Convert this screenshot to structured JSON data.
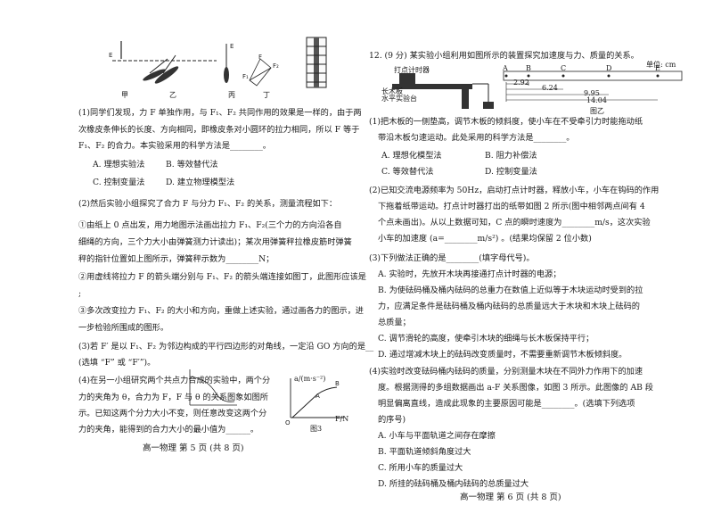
{
  "left": {
    "fig_labels": {
      "jia": "甲",
      "yi": "乙",
      "bing": "丙",
      "ding": "丁"
    },
    "p1": [
      "(1)同学们发现，力 F 单独作用，与 F₁、F₂ 共同作用的效果是一样的，由于两",
      "次橡皮条伸长的长度、方向相同，即橡皮条对小圆环的拉力相同，所以 F 等于",
      "F₁、F₂ 的合力。本实验采用的科学方法是________。"
    ],
    "p1_opts": [
      "A. 理想实验法",
      "B. 等效替代法",
      "C. 控制变量法",
      "D. 建立物理模型法"
    ],
    "p2": "(2)然后实验小组探究了合力 F 与分力 F₁、F₂ 的关系，测量流程如下：",
    "p3": [
      "①由纸上 0 点出发，用力地图示法画出拉力 F₁、F₂(三个力的方向沿各自",
      "细绳的方向，三个力大小由弹簧测力计读出)；某次用弹簧秤拉橡皮筋时弹簧",
      "秤的指针位置如上图所示，弹簧秤示数为________N；"
    ],
    "p4": [
      "②用虚线将拉力 F 的箭头端分别与 F₁、F₂ 的箭头端连接如图丁，此图形应该是",
      ";"
    ],
    "p5": [
      "③多次改变拉力 F₁、F₂ 的大小和方向，重做上述实验，通过画各力的图示，进",
      "一步检验所围成的图形。"
    ],
    "p6": [
      "(3)若 F′ 是以 F₁、F₂ 为邻边构成的平行四边形的对角线，一定沿 GO 方向的是__",
      "(选填 “F” 或 “F′”)。"
    ],
    "p7": [
      "(4)在另一小组研究两个共点力合成的实验中，两个分",
      "力的夹角为 θ，合力为 F，F 与 θ 的关系图象如图所",
      "示。已知这两个分力大小不变，则任意改变这两个分",
      "力的夹角，能得到的合力大小的最小值为______。"
    ],
    "graph3_caption": "图3",
    "graph3_ylabel": "a/(m·s⁻²)",
    "graph3_xlabel": "F/N",
    "footer": "高一物理  第 5 页  (共 8 页)"
  },
  "right": {
    "q12": "12. (9 分) 某实验小组利用如图所示的装置探究加速度与力、质量的关系。",
    "fig1_label": "打点计时器",
    "fig1_notes": [
      "长木板",
      "水平实验台"
    ],
    "tape_unit": "单位: cm",
    "tape_points": [
      "A",
      "B",
      "C",
      "D",
      "E"
    ],
    "tape_values": [
      "2.92",
      "6.24",
      "9.95",
      "14.04"
    ],
    "fig2_caption": "图乙",
    "s1": [
      "(1)把木板的一侧垫高，调节木板的倾斜度，使小车在不受牵引力时能拖动纸",
      "带沿木板匀速运动。此处采用的科学方法是________。"
    ],
    "s1_opts": [
      "A. 理想化模型法",
      "B. 阻力补偿法",
      "C. 等效替代法",
      "D. 控制变量法"
    ],
    "s2": [
      "(2)已知交流电源频率为 50Hz，启动打点计时器，释放小车，小车在钩码的作用",
      "下拖着纸带运动。打点计时器打出的纸带如图 2 所示(图中相邻两点间有 4",
      "个点未画出)。从以上数据可知，C 点的瞬时速度为________m/s，这次实验",
      "小车的加速度 (a=________m/s²) 。(结果均保留 2 位小数)"
    ],
    "s3": "(3)下列做法正确的是________(填字母代号)。",
    "s3_opts": [
      "A. 实验时，先放开木块再接通打点计时器的电源；",
      "B. 为使砝码桶及桶内砝码的总重力在数值上近似等于木块运动时受到的拉",
      "力，应满足条件是砝码桶及桶内砝码的总质量远大于木块和木块上砝码的",
      "总质量；",
      "C. 调节滑轮的高度，使牵引木块的细绳与长木板保持平行；",
      "D. 通过增减木块上的砝码改变质量时，不需要重新调节木板倾斜度。"
    ],
    "s4": [
      "(4)实验时改变砝码桶内砝码的质量，分别测量木块在不同外力作用下的加速",
      "度。根据测得的多组数据画出 a-F 关系图像，如图 3 所示。此图像的 AB 段",
      "明显偏离直线，造成此现象的主要原因可能是________。(选填下列选项",
      "的序号)"
    ],
    "s4_opts": [
      "A. 小车与平面轨道之间存在摩擦",
      "B. 平面轨道倾斜角度过大",
      "C. 所用小车的质量过大",
      "D. 所挂的砝码桶及桶内砝码的总质量过大"
    ],
    "footer": "高一物理  第 6 页  (共 8 页)"
  }
}
